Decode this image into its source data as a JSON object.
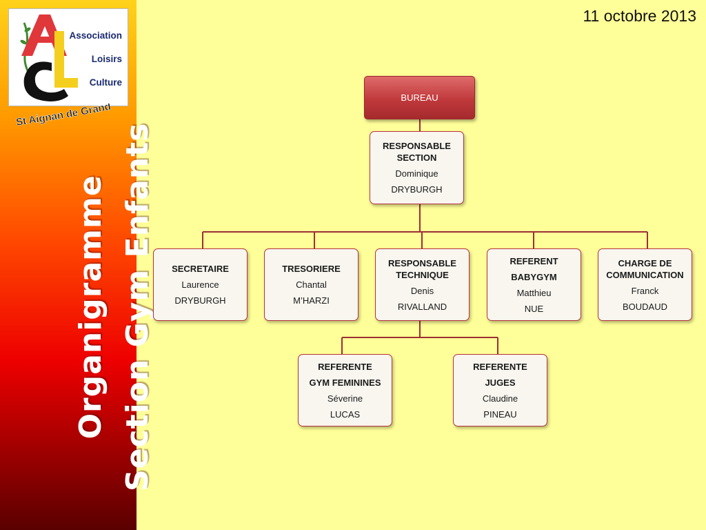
{
  "logo": {
    "line1": "Association",
    "line2": "Loisirs",
    "line3": "Culture",
    "place": "St Aignan de Grand Lieu"
  },
  "sidebar": {
    "title_line1": "Organigramme",
    "title_line2": "Section Gym Enfants"
  },
  "date": "11 octobre 2013",
  "colors": {
    "background": "#ffff99",
    "node_border": "#b5303a",
    "connector": "#9b2f34",
    "bureau_fill": "#c0393b"
  },
  "org": {
    "bureau": "BUREAU",
    "responsable_section": {
      "role_line1": "RESPONSABLE",
      "role_line2": "SECTION",
      "first": "Dominique",
      "last": "DRYBURGH"
    },
    "secretaire": {
      "role": "SECRETAIRE",
      "first": "Laurence",
      "last": "DRYBURGH"
    },
    "tresoriere": {
      "role": "TRESORIERE",
      "first": "Chantal",
      "last": "M’HARZI"
    },
    "responsable_technique": {
      "role_line1": "RESPONSABLE",
      "role_line2": "TECHNIQUE",
      "first": "Denis",
      "last": "RIVALLAND"
    },
    "referent_babygym": {
      "role_line1": "REFERENT",
      "role_line2": "BABYGYM",
      "first": "Matthieu",
      "last": "NUE"
    },
    "charge_communication": {
      "role_line1": "CHARGE DE",
      "role_line2": "COMMUNICATION",
      "first": "Franck",
      "last": "BOUDAUD"
    },
    "referente_gym_feminines": {
      "role_line1": "REFERENTE",
      "role_line2": "GYM FEMININES",
      "first": "Séverine",
      "last": "LUCAS"
    },
    "referente_juges": {
      "role_line1": "REFERENTE",
      "role_line2": "JUGES",
      "first": "Claudine",
      "last": "PINEAU"
    }
  }
}
